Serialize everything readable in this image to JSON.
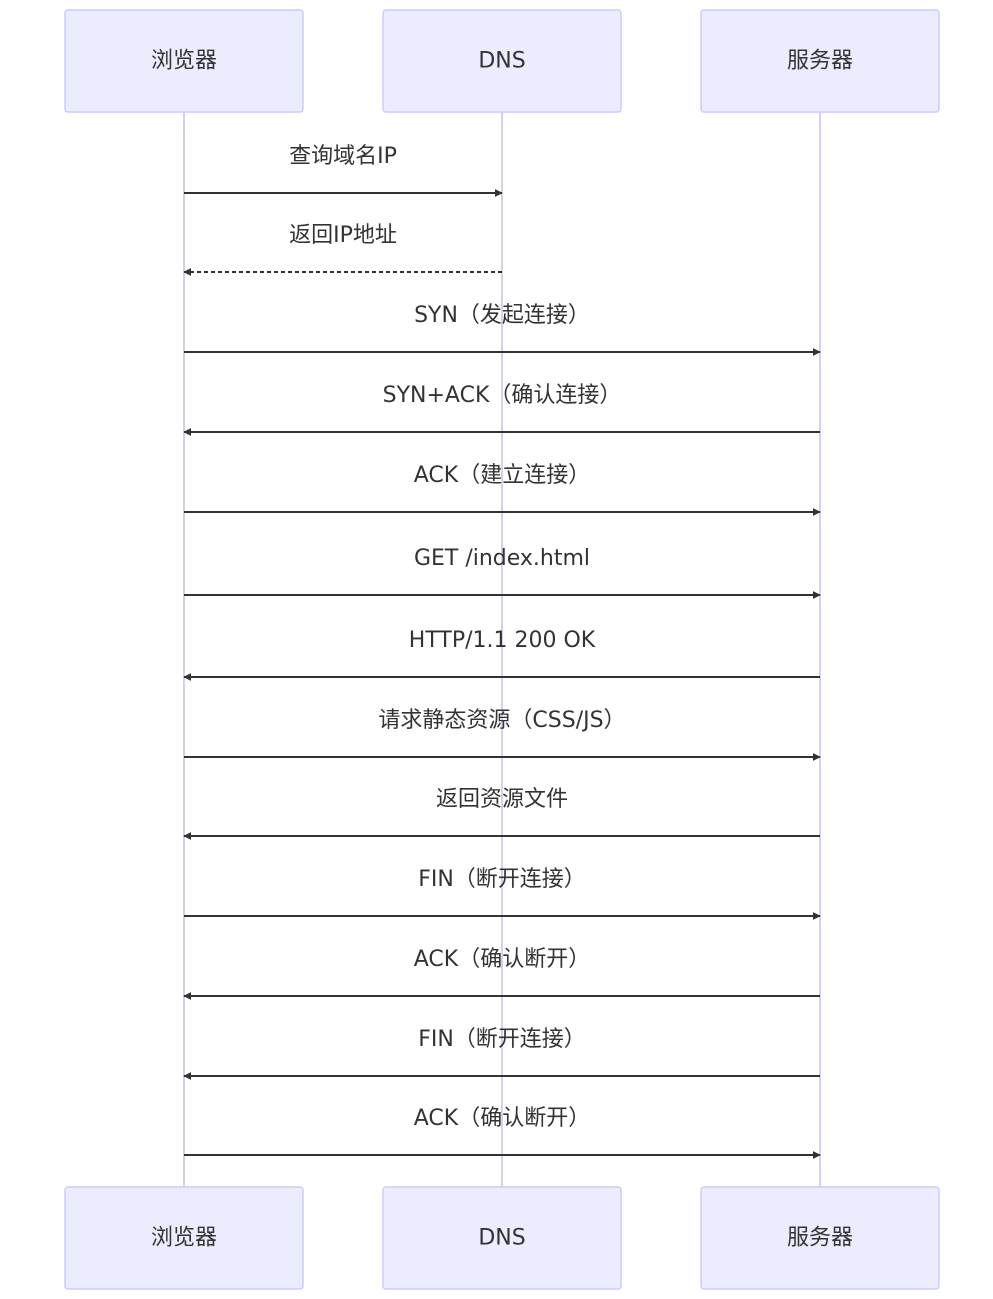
{
  "participants": [
    {
      "id": "browser",
      "label": "浏览器"
    },
    {
      "id": "dns",
      "label": "DNS"
    },
    {
      "id": "server",
      "label": "服务器"
    }
  ],
  "messages": [
    {
      "from": "browser",
      "to": "dns",
      "label": "查询域名IP",
      "style": "solid"
    },
    {
      "from": "dns",
      "to": "browser",
      "label": "返回IP地址",
      "style": "dashed"
    },
    {
      "from": "browser",
      "to": "server",
      "label": "SYN（发起连接）",
      "style": "solid"
    },
    {
      "from": "server",
      "to": "browser",
      "label": "SYN+ACK（确认连接）",
      "style": "solid"
    },
    {
      "from": "browser",
      "to": "server",
      "label": "ACK（建立连接）",
      "style": "solid"
    },
    {
      "from": "browser",
      "to": "server",
      "label": "GET /index.html",
      "style": "solid"
    },
    {
      "from": "server",
      "to": "browser",
      "label": "HTTP/1.1 200 OK",
      "style": "solid"
    },
    {
      "from": "browser",
      "to": "server",
      "label": "请求静态资源（CSS/JS）",
      "style": "solid"
    },
    {
      "from": "server",
      "to": "browser",
      "label": "返回资源文件",
      "style": "solid"
    },
    {
      "from": "browser",
      "to": "server",
      "label": "FIN（断开连接）",
      "style": "solid"
    },
    {
      "from": "server",
      "to": "browser",
      "label": "ACK（确认断开）",
      "style": "solid"
    },
    {
      "from": "server",
      "to": "browser",
      "label": "FIN（断开连接）",
      "style": "solid"
    },
    {
      "from": "browser",
      "to": "server",
      "label": "ACK（确认断开）",
      "style": "solid"
    }
  ],
  "colors": {
    "actor_fill": "#ECECFF",
    "actor_border": "#CCCCFF",
    "lifeline": "#D6D0F0",
    "arrow": "#333333",
    "text": "#333333"
  }
}
